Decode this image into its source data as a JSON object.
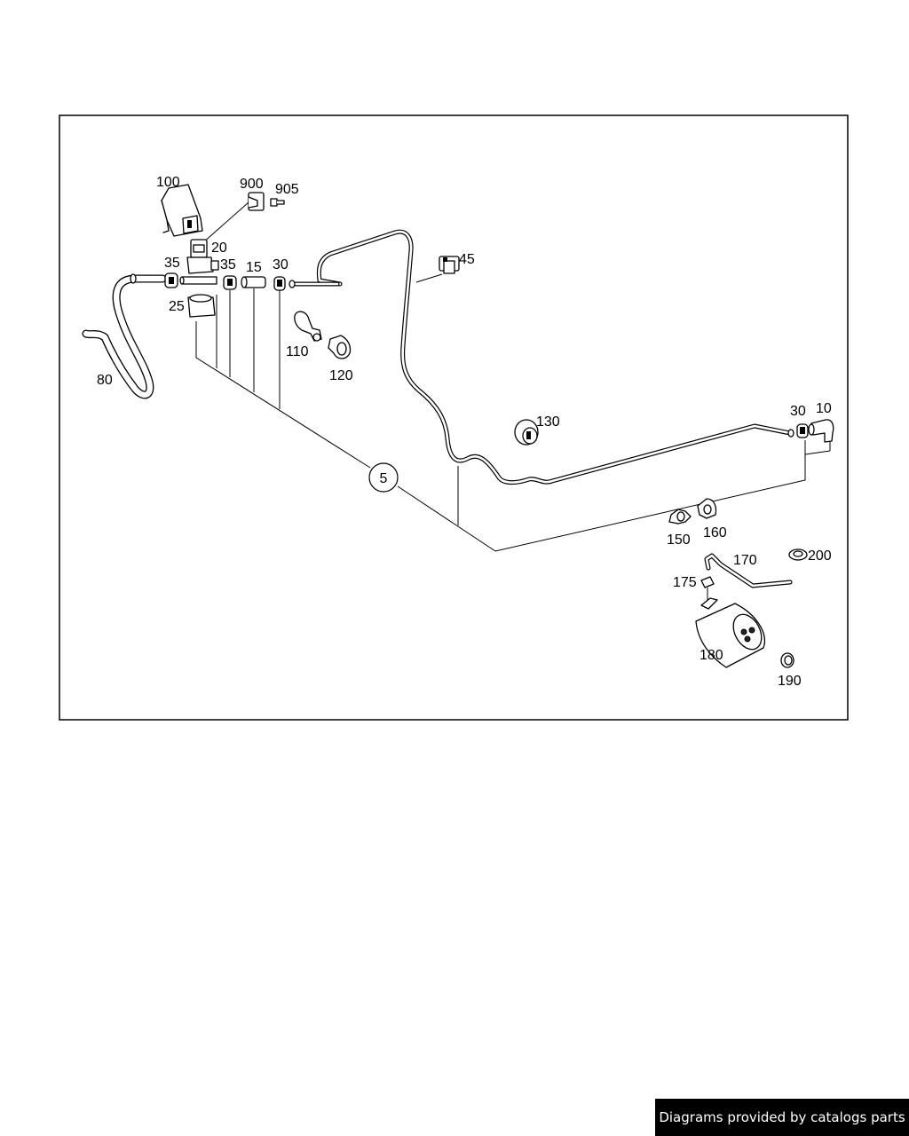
{
  "diagram": {
    "callouts": {
      "c5": "5",
      "c10": "10",
      "c15": "15",
      "c20": "20",
      "c25": "25",
      "c30a": "30",
      "c30b": "30",
      "c35a": "35",
      "c35b": "35",
      "c45": "45",
      "c80": "80",
      "c100": "100",
      "c110": "110",
      "c120": "120",
      "c130": "130",
      "c150": "150",
      "c160": "160",
      "c170": "170",
      "c175": "175",
      "c180": "180",
      "c190": "190",
      "c200": "200",
      "c900": "900",
      "c905": "905"
    }
  },
  "footer": {
    "credit": "Diagrams provided by catalogs parts"
  }
}
